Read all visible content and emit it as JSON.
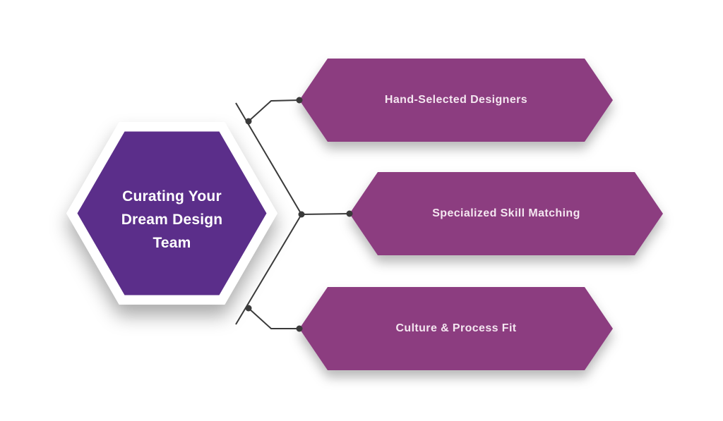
{
  "infographic": {
    "background_color": "#ffffff",
    "center_node": {
      "label": "Curating Your Dream Design Team",
      "fill_color": "#5b2e8a",
      "ring_color": "#ffffff",
      "text_color": "#ffffff"
    },
    "branch_nodes": [
      {
        "label": "Hand-Selected Designers"
      },
      {
        "label": "Specialized Skill Matching"
      },
      {
        "label": "Culture & Process Fit"
      }
    ],
    "branch_fill_color": "#8c3e80",
    "branch_text_color": "#f4e6f0",
    "connector_color": "#3a3a3a"
  }
}
